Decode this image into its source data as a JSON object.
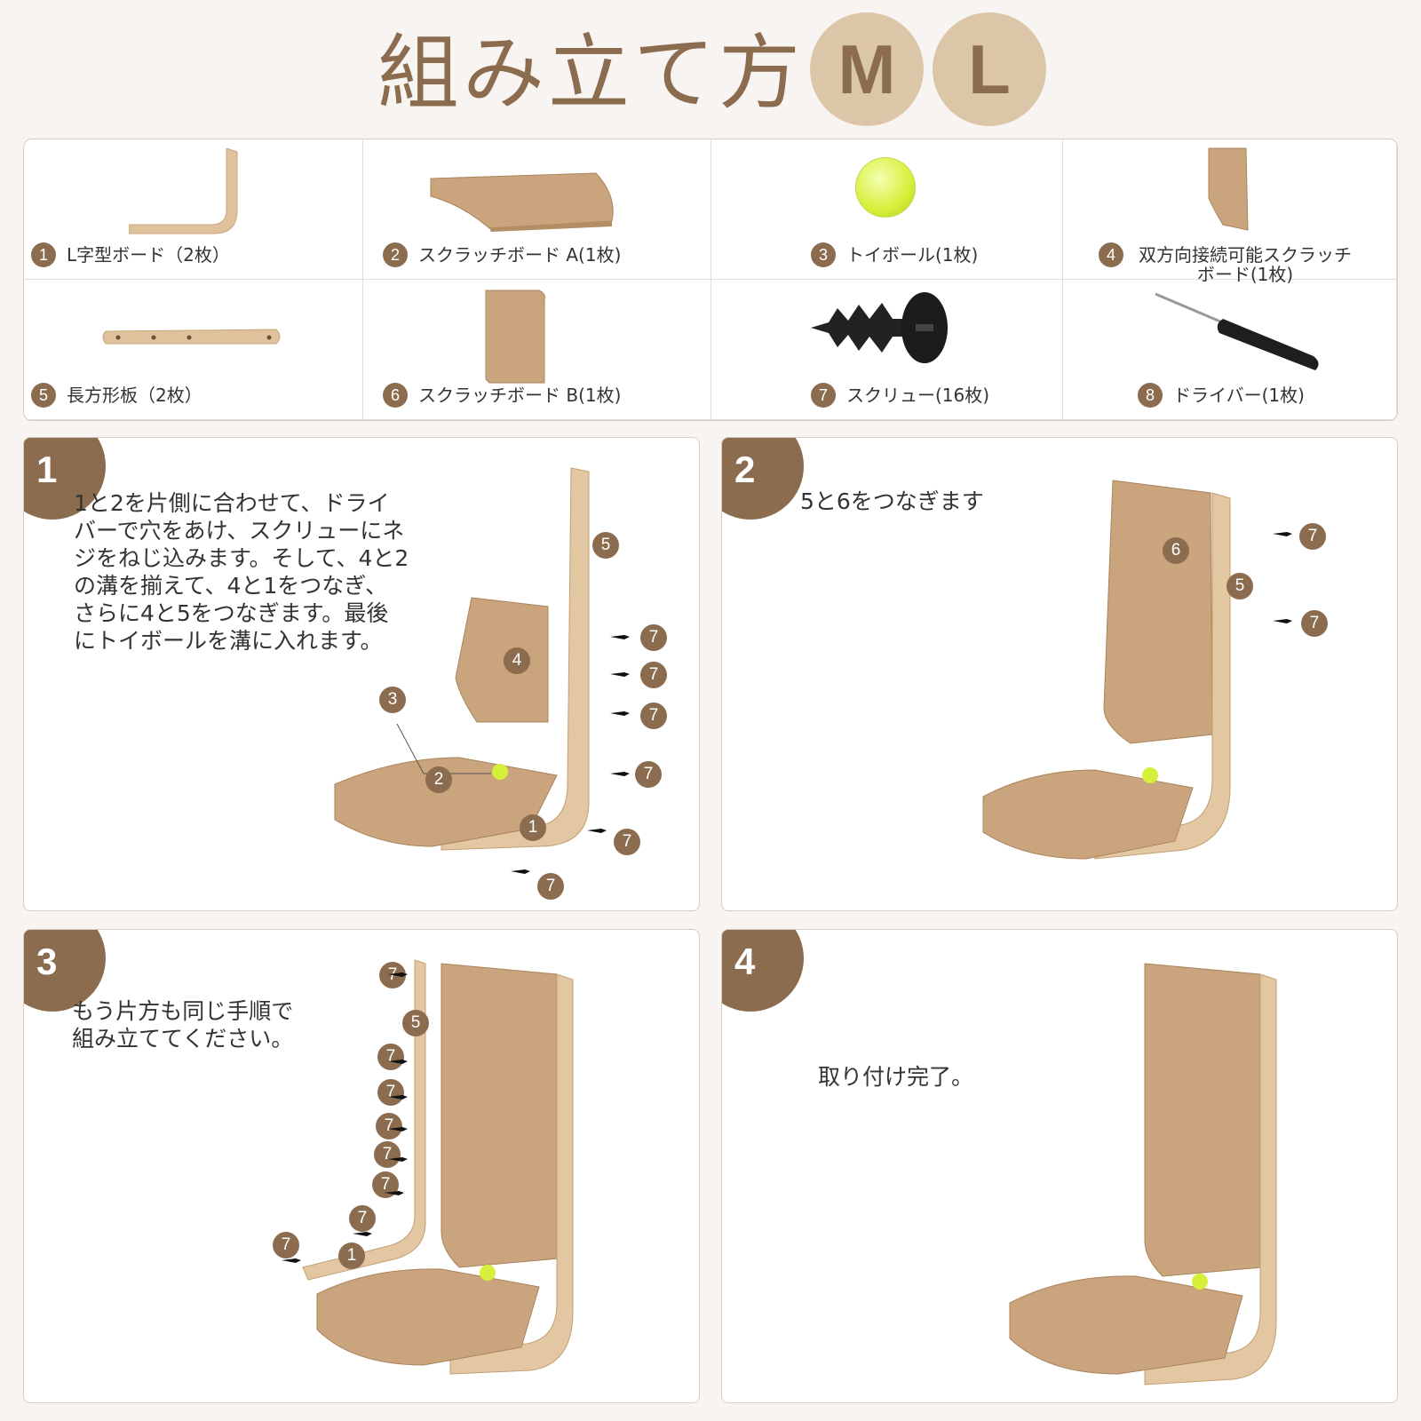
{
  "title": "組み立て方",
  "sizes": [
    "M",
    "L"
  ],
  "parts": [
    {
      "num": "1",
      "label": "L字型ボード（2枚）"
    },
    {
      "num": "2",
      "label": "スクラッチボード A(1枚)"
    },
    {
      "num": "3",
      "label": "トイボール(1枚)"
    },
    {
      "num": "4",
      "label": "双方向接続可能スクラッチボード(1枚)"
    },
    {
      "num": "5",
      "label": "長方形板（2枚）"
    },
    {
      "num": "6",
      "label": "スクラッチボード B(1枚)"
    },
    {
      "num": "7",
      "label": "スクリュー(16枚)"
    },
    {
      "num": "8",
      "label": "ドライバー(1枚)"
    }
  ],
  "steps": [
    {
      "num": "1",
      "text": "1と2を片側に合わせて、ドライ\nバーで穴をあけ、スクリューにネ\nジをねじ込みます。そして、4と2\nの溝を揃えて、4と1をつなぎ、\nさらに4と5をつなぎます。最後\nにトイボールを溝に入れます。"
    },
    {
      "num": "2",
      "text": "5と6をつなぎます"
    },
    {
      "num": "3",
      "text": "もう片方も同じ手順で\n組み立ててください。"
    },
    {
      "num": "4",
      "text": "取り付け完了。"
    }
  ],
  "labels": {
    "one": "1",
    "two": "2",
    "three": "3",
    "four": "4",
    "five": "5",
    "six": "6",
    "seven": "7"
  }
}
